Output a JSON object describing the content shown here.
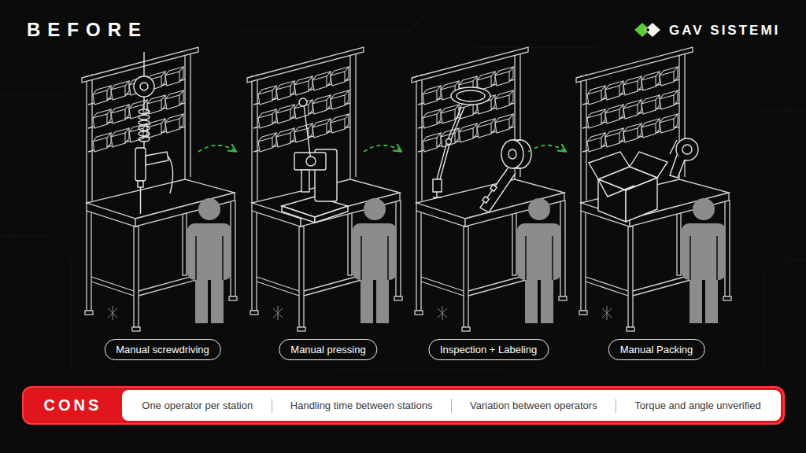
{
  "diagram": {
    "title": "BEFORE",
    "nodes": [
      {
        "text": [
          "Manual screwdriving"
        ]
      },
      {
        "text": [
          "Manual pressing"
        ]
      },
      {
        "text": [
          "Inspection + Labeling"
        ]
      },
      {
        "text": [
          "Manual Packing"
        ]
      },
      {
        "text": [
          "CONS"
        ]
      },
      {
        "text": [
          "One operator per station",
          "Handling time between stations",
          "Variation between operators",
          "Torque and angle unverified"
        ],
        "in": 4
      }
    ],
    "labels": [
      "GAV SISTEMI"
    ]
  }
}
